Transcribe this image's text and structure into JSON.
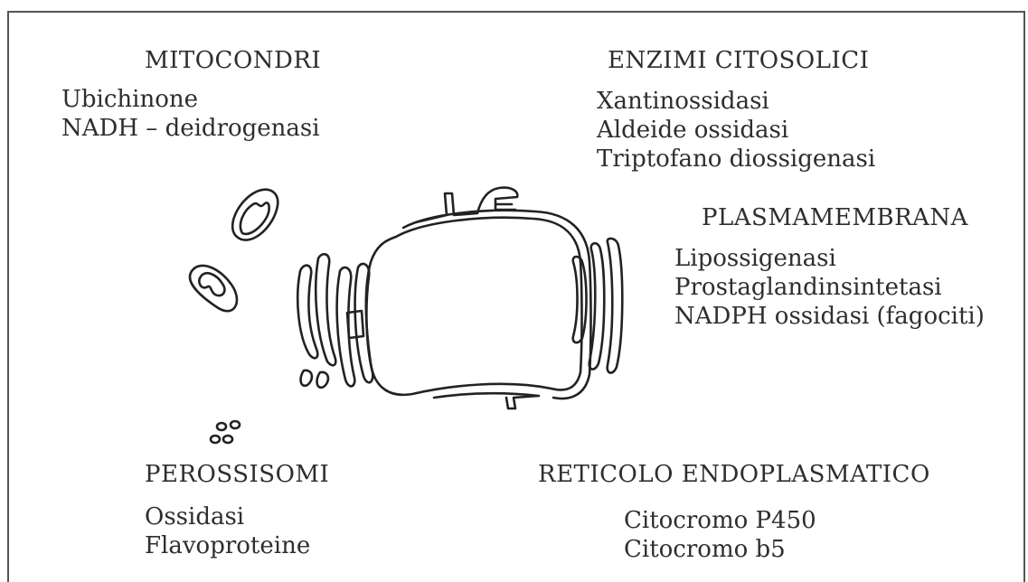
{
  "sections": {
    "mitocondri": {
      "title": "MITOCONDRI",
      "items": [
        "Ubichinone",
        "NADH – deidrogenasi"
      ]
    },
    "enzimi_citosolici": {
      "title": "ENZIMI CITOSOLICI",
      "items": [
        "Xantinossidasi",
        "Aldeide ossidasi",
        "Triptofano diossigenasi"
      ]
    },
    "plasmamembrana": {
      "title": "PLASMAMEMBRANA",
      "items": [
        "Lipossigenasi",
        "Prostaglandinsintetasi",
        "NADPH ossidasi (fagociti)"
      ]
    },
    "perossisomi": {
      "title": "PEROSSISOMI",
      "items": [
        "Ossidasi",
        "Flavoproteine"
      ]
    },
    "reticolo_endoplasmatico": {
      "title": "RETICOLO ENDOPLASMATICO",
      "items": [
        "Citocromo P450",
        "Citocromo b5"
      ]
    }
  }
}
